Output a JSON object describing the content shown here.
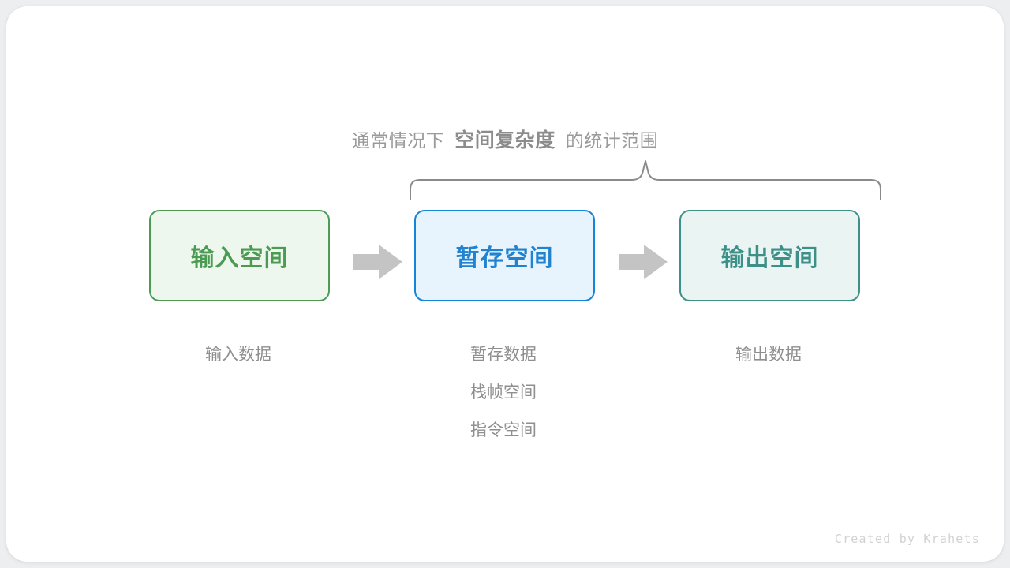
{
  "diagram": {
    "caption": {
      "prefix": "通常情况下",
      "highlight": "空间复杂度",
      "suffix": "的统计范围"
    },
    "boxes": [
      {
        "label": "输入空间",
        "border_color": "#4f9b55",
        "fill_color": "#eef7ee",
        "text_color": "#4c9b52"
      },
      {
        "label": "暂存空间",
        "border_color": "#1685d8",
        "fill_color": "#e8f4fd",
        "text_color": "#2183cf"
      },
      {
        "label": "输出空间",
        "border_color": "#3f9088",
        "fill_color": "#eaf5f3",
        "text_color": "#3d9088"
      }
    ],
    "arrows": [
      {
        "name": "arrow-input-to-temp",
        "color": "#c4c4c4"
      },
      {
        "name": "arrow-temp-to-output",
        "color": "#c4c4c4"
      }
    ],
    "brace": {
      "color": "#8a8a8a"
    },
    "captions": {
      "input": [
        "输入数据"
      ],
      "temp": [
        "暂存数据",
        "栈帧空间",
        "指令空间"
      ],
      "output": [
        "输出数据"
      ]
    }
  },
  "footer": {
    "credit": "Created by Krahets"
  }
}
